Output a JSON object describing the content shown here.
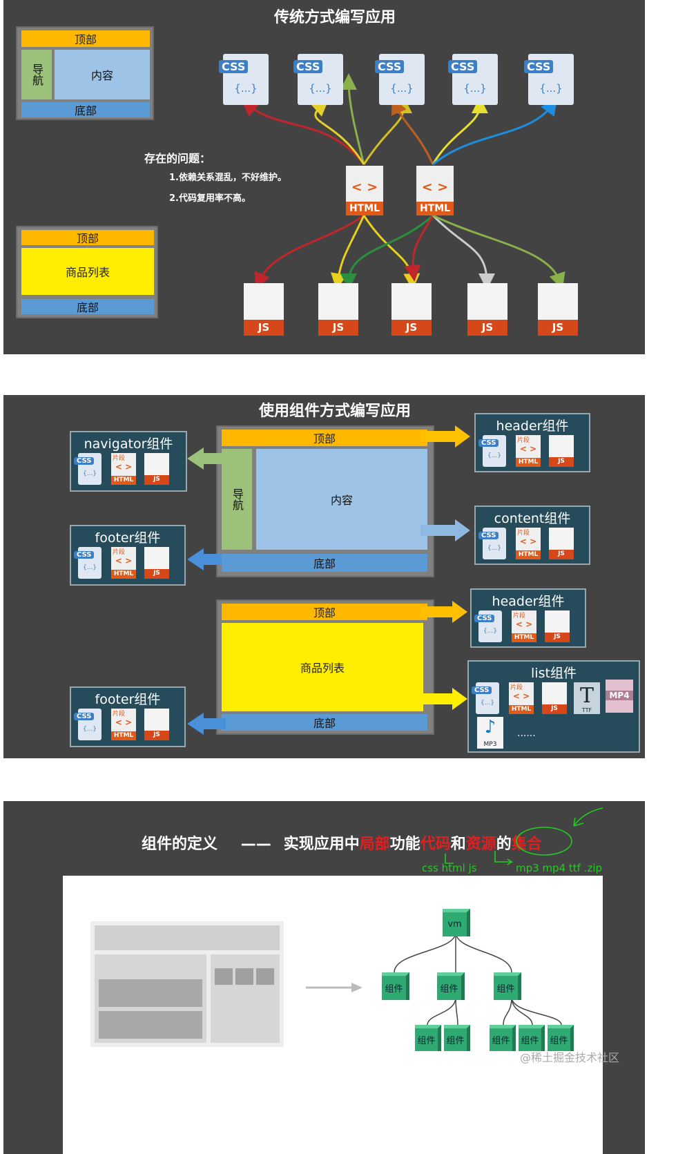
{
  "panel1": {
    "title": "传统方式编写应用",
    "layout_top": {
      "header": "顶部",
      "nav": "导航",
      "content": "内容",
      "footer": "底部"
    },
    "layout_bottom": {
      "header": "顶部",
      "list": "商品列表",
      "footer": "底部"
    },
    "problems": {
      "heading": "存在的问题：",
      "items": [
        "1.依赖关系混乱，不好维护。",
        "2.代码复用率不高。"
      ]
    },
    "css_label": "CSS",
    "css_brace": "{...}",
    "html_label": "HTML",
    "html_glyph": "< >",
    "js_label": "JS"
  },
  "panel2": {
    "title": "使用组件方式编写应用",
    "page1": {
      "header": "顶部",
      "nav": "导航",
      "content": "内容",
      "footer": "底部"
    },
    "page2": {
      "header": "顶部",
      "list": "商品列表",
      "footer": "底部"
    },
    "components": {
      "navigator": "navigator组件",
      "footer1": "footer组件",
      "header1": "header组件",
      "content": "content组件",
      "header2": "header组件",
      "list": "list组件",
      "footer2": "footer组件"
    },
    "icon_labels": {
      "css": "CSS",
      "brace": "{...}",
      "snippet": "片段",
      "html": "HTML",
      "js": "JS",
      "mp4": "MP4",
      "mp3": "MP3",
      "ttf": "TTF",
      "ellipsis": "......"
    },
    "colors": {
      "arrow_orange": "#ffc000",
      "arrow_blue": "#4a90d9",
      "arrow_green": "#9cc17a",
      "arrow_lightblue": "#8fb9e0"
    }
  },
  "panel3": {
    "definition": {
      "prefix": "组件的定义",
      "dash": "——",
      "p1": "实现应用中",
      "r1": "局部",
      "p2": "功能",
      "r2": "代码",
      "p3": "和",
      "r3": "资源",
      "p4": "的",
      "r4": "集合"
    },
    "note_code": "css html js",
    "note_res": "mp3 mp4 ttf .zip",
    "tree": {
      "root": "vm",
      "level1": [
        "组件",
        "组件",
        "组件"
      ],
      "level2": [
        "组件",
        "组件",
        "组件",
        "组件",
        "组件"
      ]
    },
    "watermark": "@稀土掘金技术社区"
  }
}
